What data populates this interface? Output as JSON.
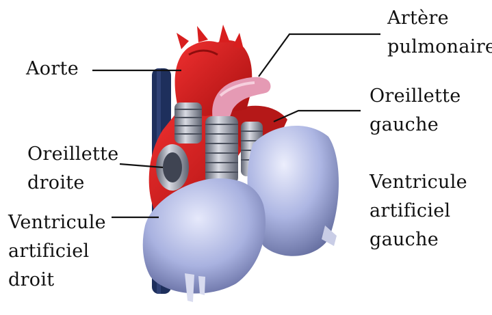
{
  "labels": {
    "aorte": [
      "Aorte"
    ],
    "artere_pulmonaire": [
      "Artère",
      "pulmonaire"
    ],
    "oreillette_gauche": [
      "Oreillette",
      "gauche"
    ],
    "oreillette_droite": [
      "Oreillette",
      "droite"
    ],
    "ventricule_gauche": [
      "Ventricule",
      "artificiel",
      "gauche"
    ],
    "ventricule_droit": [
      "Ventricule",
      "artificiel",
      "droit"
    ]
  },
  "colors": {
    "aorta_red": "#d81e1e",
    "pulmonary_pink": "#e59ab4",
    "vena_cava_blue": "#1e2f5c",
    "artificial_ventricle": "#aeb6e2",
    "connector_grey": "#9aa0b0",
    "leader_line": "#111111"
  }
}
